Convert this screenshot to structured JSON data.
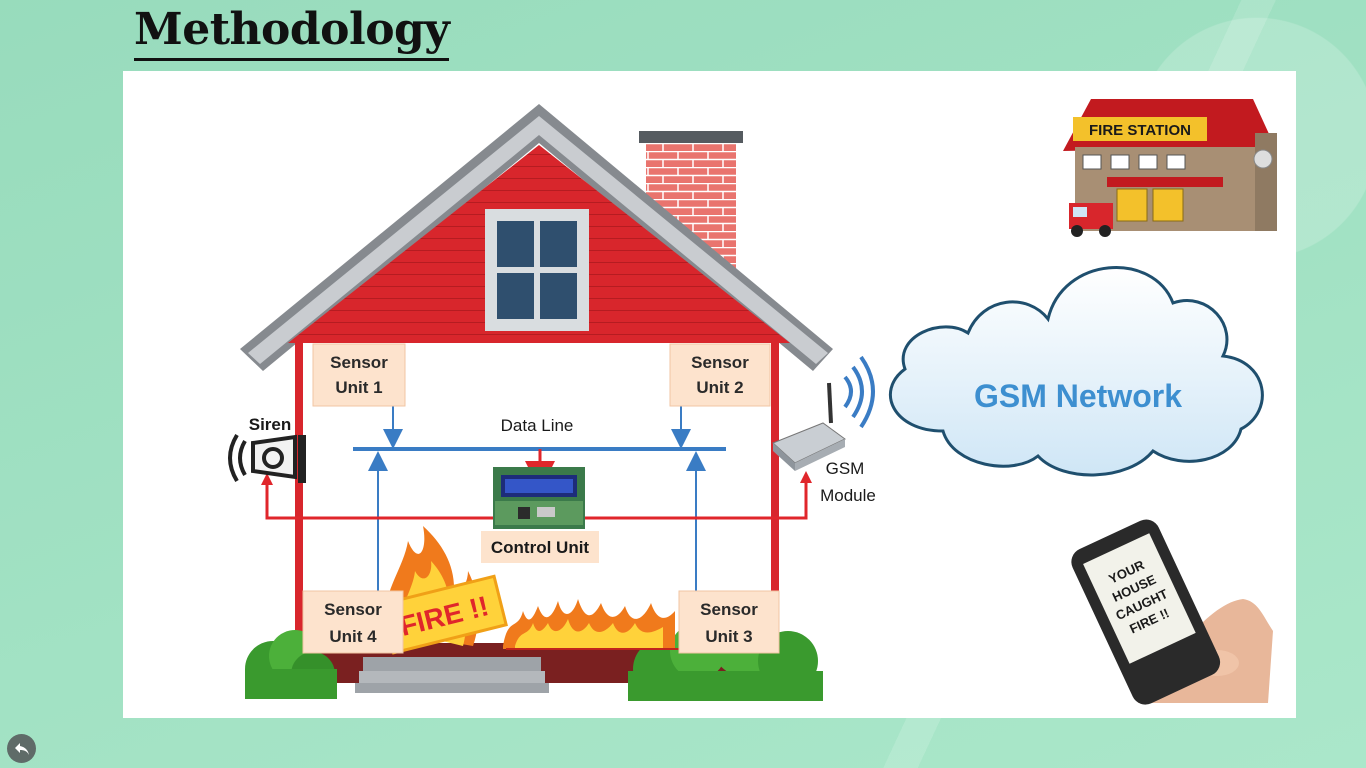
{
  "slide": {
    "title": "Methodology"
  },
  "diagram": {
    "sensor_units": {
      "unit1": [
        "Sensor",
        "Unit 1"
      ],
      "unit2": [
        "Sensor",
        "Unit 2"
      ],
      "unit3": [
        "Sensor",
        "Unit 3"
      ],
      "unit4": [
        "Sensor",
        "Unit 4"
      ]
    },
    "data_line_label": "Data Line",
    "control_unit_label": "Control Unit",
    "siren_label": "Siren",
    "gsm_module_label": [
      "GSM",
      "Module"
    ],
    "gsm_network_label": "GSM Network",
    "fire_station_sign": "FIRE STATION",
    "fire_sign": "FIRE !!",
    "phone_message": [
      "YOUR",
      "HOUSE",
      "CAUGHT",
      "FIRE !!"
    ]
  },
  "colors": {
    "background": "#a9e6c9",
    "house_red": "#d8262c",
    "roof": "#8b8f94",
    "data_line_blue": "#3a7cc4",
    "signal_red": "#e0262b",
    "sensor_box": "#fde3cd",
    "gsm_text": "#3d8fd0"
  },
  "icons": {
    "back": "back-arrow-icon"
  }
}
